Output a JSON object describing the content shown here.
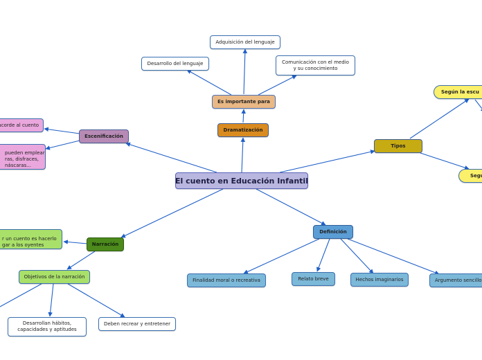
{
  "central": "El cuento en Educación Infantil",
  "dramatizacion": "Dramatización",
  "es_importante": "Es importante para",
  "adquisicion": "Adquisición del lenguaje",
  "desarrollo": "Desarrollo del lenguaje",
  "comunicacion": [
    "Comunicación con el medio",
    "y su conocimiento"
  ],
  "escenificacion": "Escenificación",
  "acorde": "acorde al cuento",
  "pueden": [
    "pueden emplear",
    "ras, disfraces,",
    "náscaras..."
  ],
  "tipos": "Tipos",
  "segun_escu": "Según la escu",
  "segu": "Segú",
  "definicion": "Definición",
  "finalidad": "Finalidad moral o recreativa",
  "relato": "Relato breve",
  "hechos": "Hechos imaginarios",
  "argumento": "Argumento sencillo",
  "narracion": "Narración",
  "contar": [
    "r un cuento es hacerlo",
    "gar a los oyentes"
  ],
  "objetivos": "Objetivos de la narración",
  "desarrollan": [
    "Desarrollan hábitos,",
    "capacidades y aptitudes"
  ],
  "deben": "Deben recrear y entretener",
  "colors": {
    "edge": "#1f5fc8",
    "central": "#b9b6e0"
  }
}
